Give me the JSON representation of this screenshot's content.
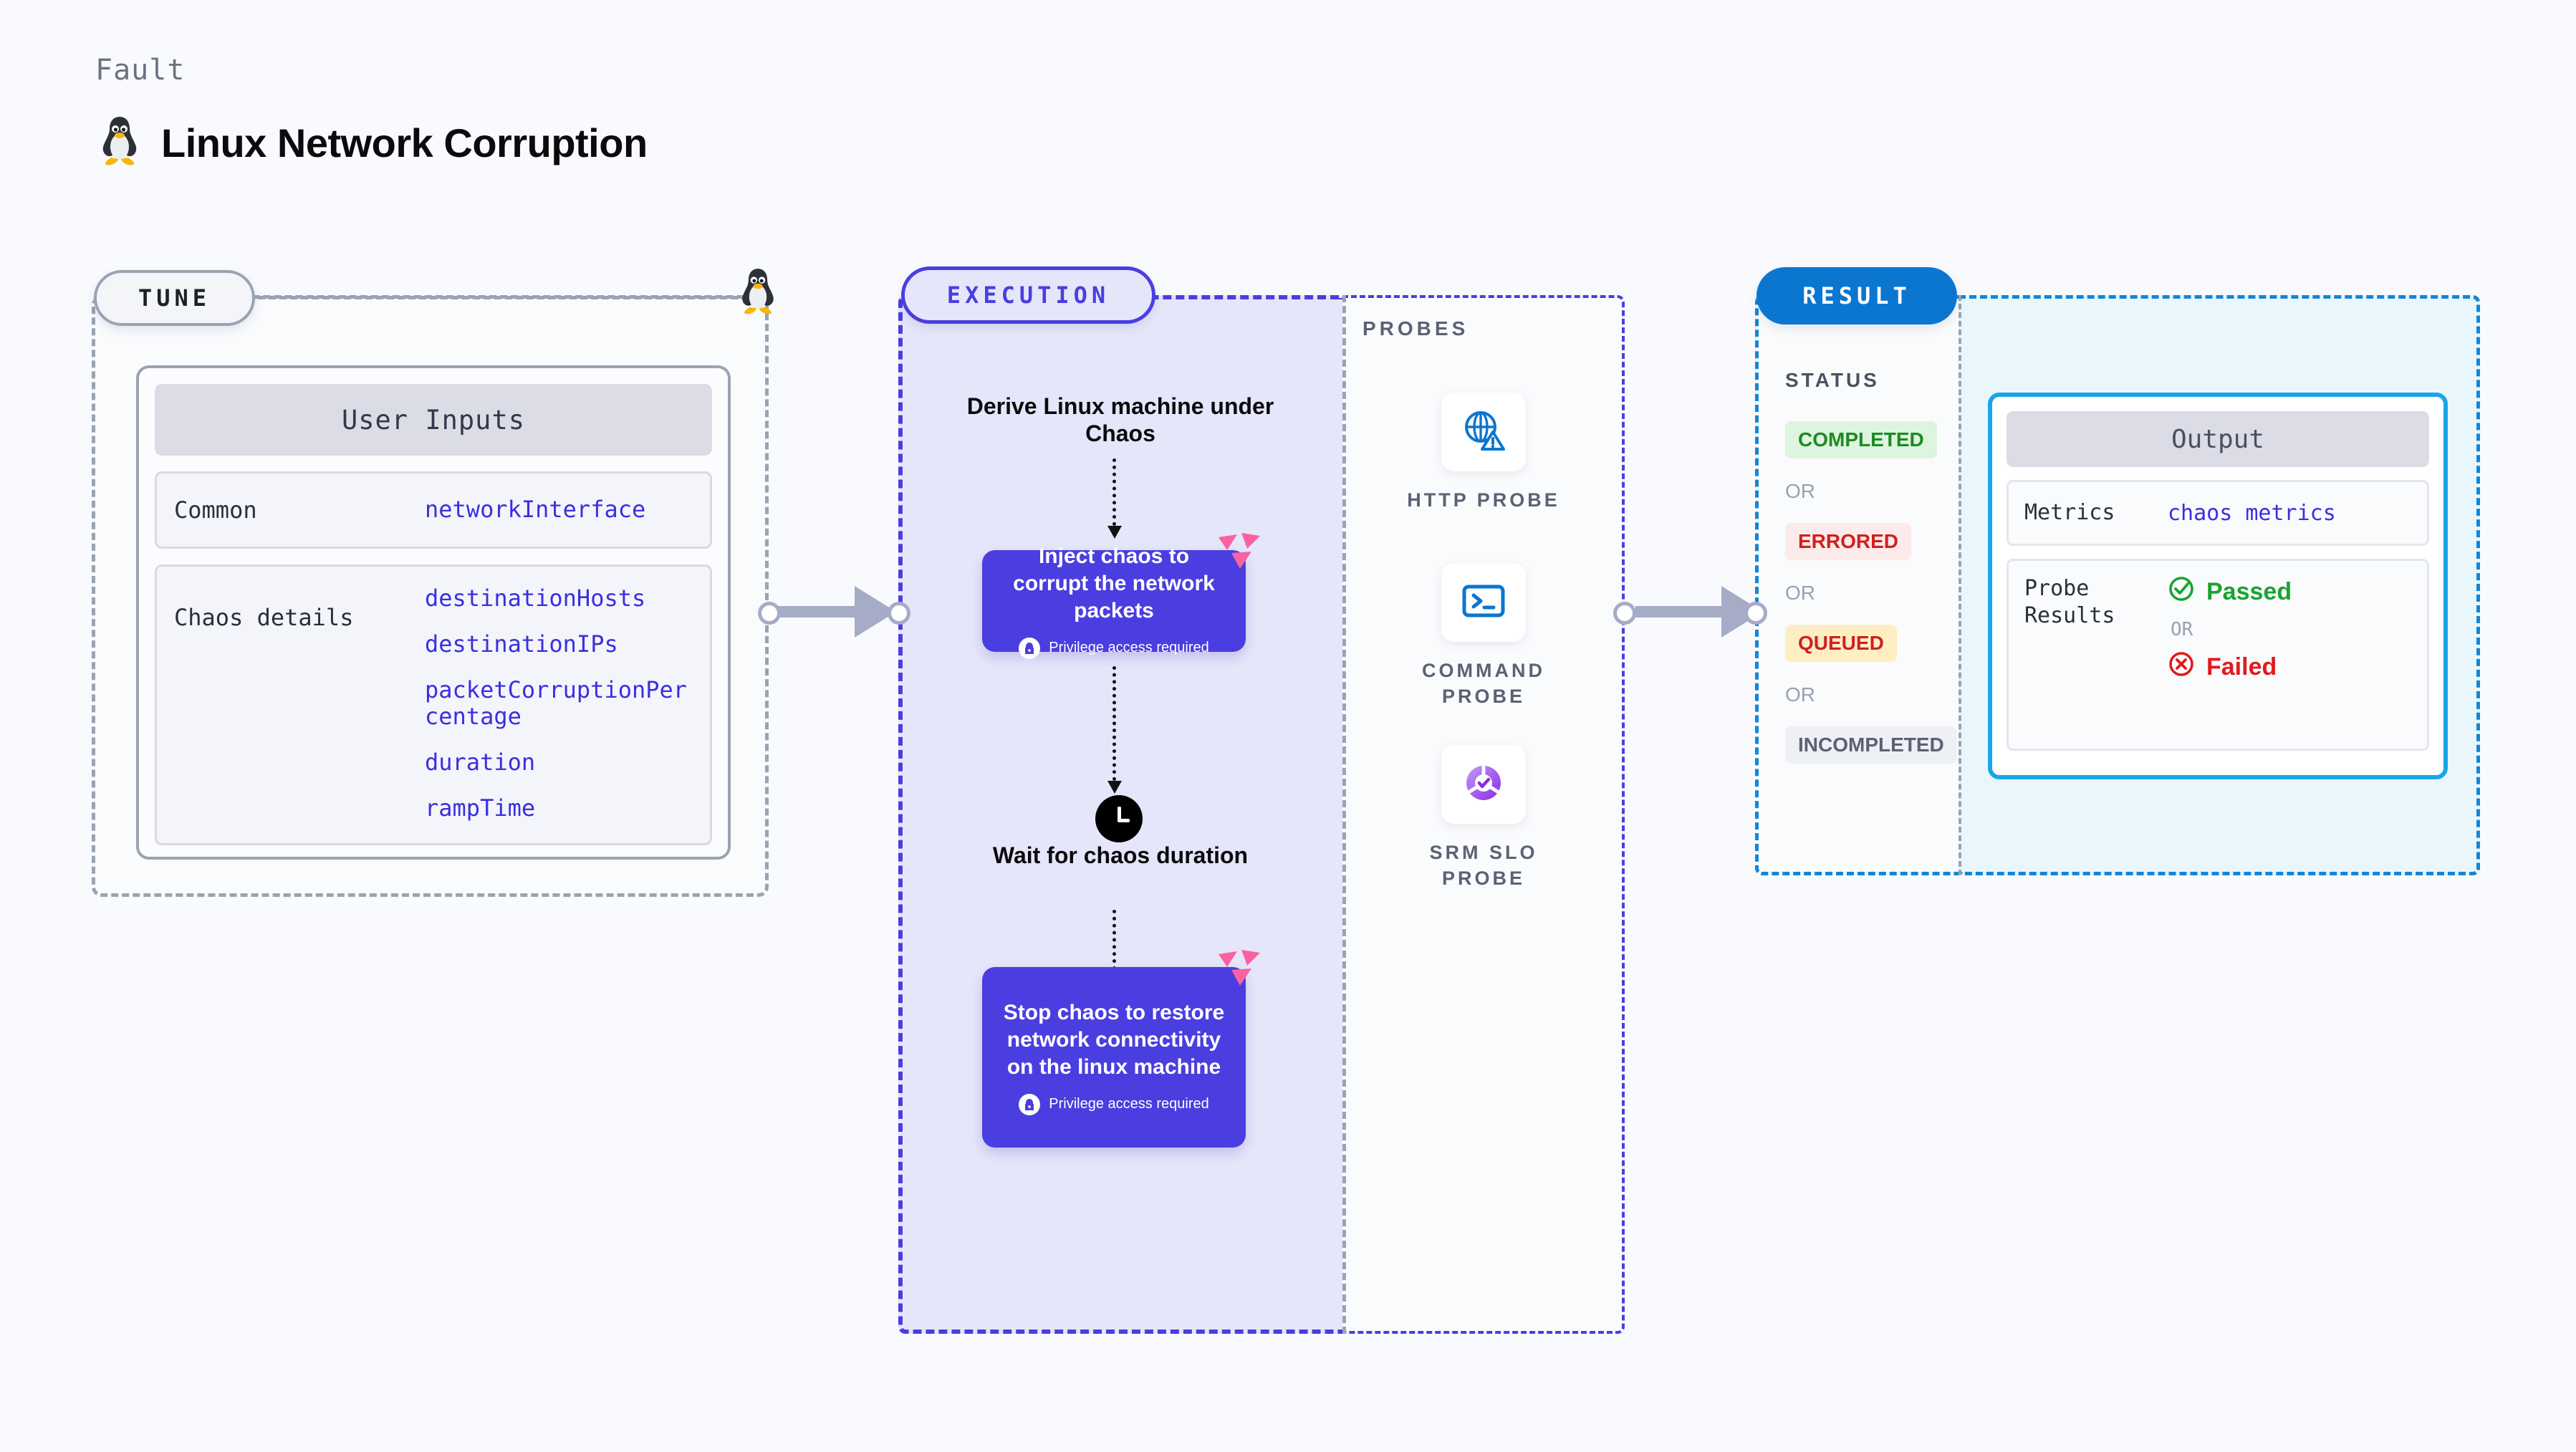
{
  "header": {
    "eyebrow": "Fault",
    "title": "Linux Network Corruption",
    "icon": "linux-penguin-icon"
  },
  "colors": {
    "page_bg": "#f9fafd",
    "tune_border": "#9aa3b2",
    "execution_accent": "#4a3ee0",
    "execution_bg": "#e6e6fb",
    "result_accent": "#1286d8",
    "result_badge_bg": "#0b76d0",
    "output_bg": "#e9f7fc",
    "output_card_border": "#18a6e8",
    "code_text": "#3a2fe0",
    "harness_pink": "#f9629f"
  },
  "tune": {
    "badge": "TUNE",
    "card_title": "User Inputs",
    "rows": [
      {
        "label": "Common",
        "values": [
          "networkInterface"
        ]
      },
      {
        "label": "Chaos details",
        "values": [
          "destinationHosts",
          "destinationIPs",
          "packetCorruptionPercentage",
          "duration",
          "rampTime"
        ]
      }
    ]
  },
  "execution": {
    "badge": "EXECUTION",
    "steps": [
      {
        "type": "title",
        "text": "Derive Linux machine under Chaos"
      },
      {
        "type": "box",
        "text": "Inject chaos to corrupt the network packets",
        "privilege": "Privilege access required"
      },
      {
        "type": "title",
        "text": "Wait for chaos duration",
        "icon": "clock-icon"
      },
      {
        "type": "box",
        "text": "Stop chaos to restore network connectivity on the linux machine",
        "privilege": "Privilege access required"
      }
    ]
  },
  "probes": {
    "label": "PROBES",
    "items": [
      {
        "label": "HTTP PROBE",
        "icon": "globe-warning-icon"
      },
      {
        "label": "COMMAND PROBE",
        "icon": "terminal-icon"
      },
      {
        "label": "SRM SLO PROBE",
        "icon": "slo-gauge-check-icon"
      }
    ]
  },
  "result": {
    "badge": "RESULT",
    "status_label": "STATUS",
    "or_text": "OR",
    "statuses": [
      {
        "text": "COMPLETED",
        "bg": "#ddf4df",
        "fg": "#1e8a23"
      },
      {
        "text": "ERRORED",
        "bg": "#fdeaea",
        "fg": "#cf2020"
      },
      {
        "text": "QUEUED",
        "bg": "#fdeec4",
        "fg": "#cf2020"
      },
      {
        "text": "INCOMPLETED",
        "bg": "#eef0f6",
        "fg": "#5b6275"
      }
    ],
    "output": {
      "title": "Output",
      "metrics_label": "Metrics",
      "metrics_value": "chaos metrics",
      "probe_results_label": "Probe Results",
      "passed": "Passed",
      "failed": "Failed",
      "or_text": "OR",
      "passed_color": "#1aa331",
      "failed_color": "#e01b1b"
    }
  }
}
